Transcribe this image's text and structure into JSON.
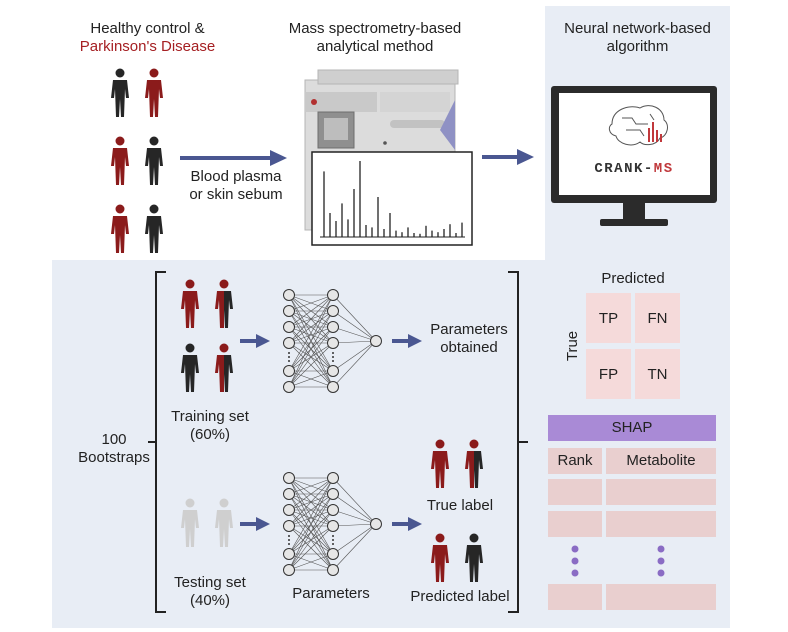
{
  "colors": {
    "panel_bg": "#e8edf5",
    "arrow": "#4a5791",
    "patient_red": "#8b1b1b",
    "control_dark": "#262626",
    "confusion_cell": "#f5dada",
    "shap_header": "#a98ad6",
    "shap_row": "#e9cfcf",
    "node": "#e6e6e6"
  },
  "top": {
    "cohort_line1": "Healthy control &",
    "cohort_line2": "Parkinson's Disease",
    "ms_line1": "Mass spectrometry-based",
    "ms_line2": "analytical method",
    "sample_line1": "Blood plasma",
    "sample_line2": "or skin sebum",
    "nn_line1": "Neural network-based",
    "nn_line2": "algorithm",
    "logo_text_left": "CRANK-",
    "logo_text_right": "MS"
  },
  "bottom": {
    "bootstraps_line1": "100",
    "bootstraps_line2": "Bootstraps",
    "training_line1": "Training set",
    "training_line2": "(60%)",
    "testing_line1": "Testing set",
    "testing_line2": "(40%)",
    "params_obtained_line1": "Parameters",
    "params_obtained_line2": "obtained",
    "parameters": "Parameters",
    "true_label": "True label",
    "predicted_label": "Predicted label"
  },
  "confusion": {
    "predicted": "Predicted",
    "true": "True",
    "cells": [
      "TP",
      "FN",
      "FP",
      "TN"
    ]
  },
  "shap": {
    "header": "SHAP",
    "col_rank": "Rank",
    "col_metabolite": "Metabolite"
  },
  "spectrum": {
    "peaks": [
      0.82,
      0.3,
      0.2,
      0.42,
      0.22,
      0.6,
      0.95,
      0.15,
      0.12,
      0.5,
      0.1,
      0.3,
      0.08,
      0.06,
      0.12,
      0.05,
      0.04,
      0.14,
      0.08,
      0.06,
      0.1,
      0.16,
      0.05,
      0.18
    ]
  }
}
